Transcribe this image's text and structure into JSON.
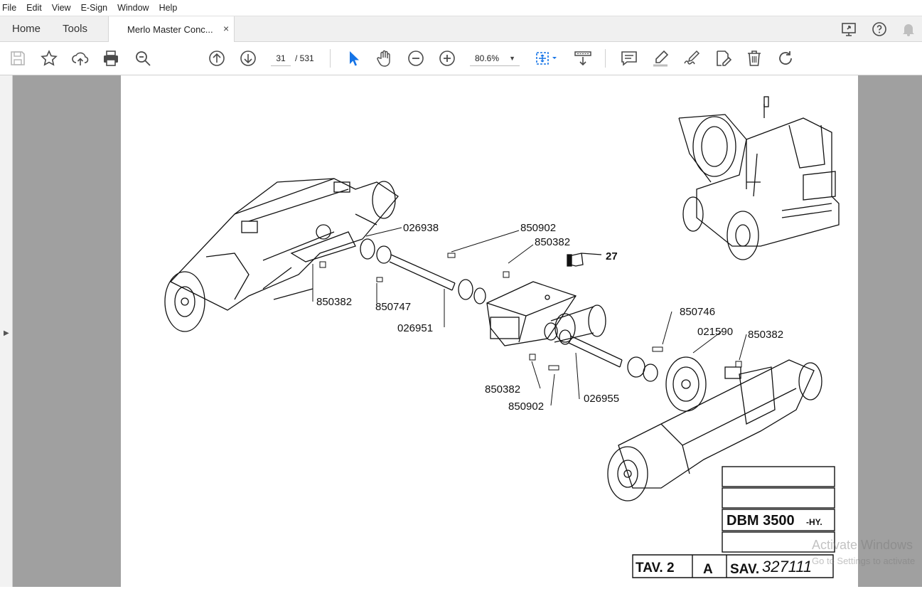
{
  "menu": [
    "File",
    "Edit",
    "View",
    "E-Sign",
    "Window",
    "Help"
  ],
  "tabs": {
    "home": "Home",
    "tools": "Tools",
    "document": "Merlo Master Conc...",
    "close": "×"
  },
  "toolbar": {
    "page_current": "31",
    "page_total": "/ 531",
    "zoom": "80.6%"
  },
  "drawing": {
    "callouts": [
      "026938",
      "850902",
      "850382",
      "27",
      "850382",
      "850747",
      "026951",
      "850746",
      "021590",
      "850382",
      "850382",
      "850902",
      "026955"
    ],
    "title_block": {
      "model": "DBM 3500",
      "model_suffix": "-HY.",
      "table": "TAV. 2",
      "revision": "A",
      "sav_label": "SAV.",
      "sav_number": "327111"
    }
  },
  "watermark": {
    "line1": "Activate Windows",
    "line2": "Go to Settings to activate"
  },
  "colors": {
    "accent": "#1473e6",
    "viewer_bg": "#a0a0a0",
    "icon": "#4b4b4b"
  }
}
